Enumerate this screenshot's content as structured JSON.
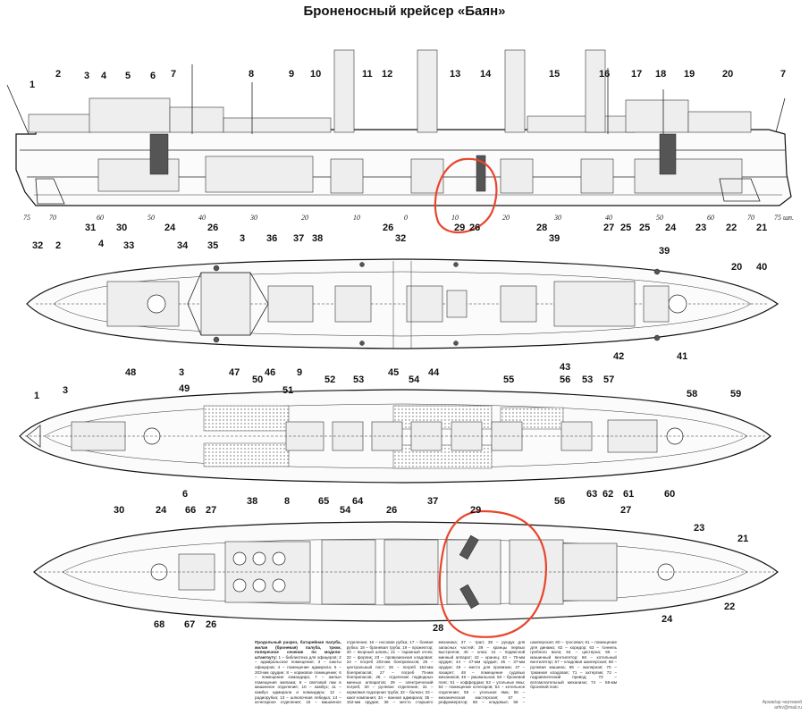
{
  "title": "Броненосный крейсер «Баян»",
  "profile_labels": [
    "1",
    "2",
    "3",
    "4",
    "5",
    "6",
    "7",
    "8",
    "9",
    "10",
    "11",
    "12",
    "13",
    "14",
    "15",
    "16",
    "17",
    "18",
    "19",
    "20",
    "7"
  ],
  "profile_bottom_labels": [
    "31",
    "30",
    "24",
    "26",
    "26",
    "29",
    "26",
    "28",
    "27",
    "25",
    "25",
    "24",
    "23",
    "22",
    "21"
  ],
  "scale_ticks": [
    "75",
    "70",
    "60",
    "50",
    "40",
    "30",
    "20",
    "10",
    "0",
    "10",
    "20",
    "30",
    "40",
    "50",
    "60",
    "70",
    "75 шп."
  ],
  "deck1_top_labels": [
    "32",
    "2",
    "4",
    "33",
    "34",
    "35",
    "3",
    "36",
    "37",
    "38",
    "32",
    "39",
    "39",
    "20",
    "40"
  ],
  "deck1_bottom_labels": [
    "48",
    "3",
    "47",
    "46",
    "9",
    "45",
    "44",
    "43",
    "42",
    "41"
  ],
  "deck2_top_labels": [
    "1",
    "3",
    "49",
    "50",
    "51",
    "52",
    "53",
    "54",
    "55",
    "56",
    "53",
    "57",
    "58",
    "59"
  ],
  "deck2_bottom_labels": [
    "6",
    "38",
    "8",
    "65",
    "64",
    "37",
    "56",
    "63",
    "62",
    "61",
    "60"
  ],
  "deck3_top_labels": [
    "30",
    "24",
    "66",
    "27",
    "54",
    "26",
    "29",
    "27",
    "23",
    "21"
  ],
  "deck3_bottom_labels": [
    "68",
    "67",
    "26",
    "28",
    "24",
    "22"
  ],
  "legend_heading": "Продольный разрез, батарейная палуба, жилая (броневая) палуба, трюм, поперечное сечение по модели-штангоуту:",
  "legend_text": "1 – библиотека для офицеров; 2 – адмиральское помещение; 3 – каюты офицеров; 4 – помещение адмирала; 5 – 203-мм орудие; 8 – кормовое помещение; 6 – помещение командира; 7 – жилые помещения экипажа; 8 – световой люк в машинное отделение; 10 – камбуз; 11 – камбуз адмирала и командира; 12 – радиорубка; 13 – шлюпочная лебедка; 14 – кочегарное отделение; 15 – машинное отделение; 16 – носовая рубка; 17 – боевая рубка; 18 – броневая труба; 19 – прожектор; 20 – якорный шпиль; 21 – таранный отсек; 22 – форпик; 23 – провизионная кладовая; 24 – погреб 203-мм боеприпасов; 25 – центральный пост; 26 – погреб 152-мм боеприпасов; 27 – погреб 75-мм боеприпасов; 28 – отделение подводных минных аппаратов; 29 – электрический погреб; 30 – рулевое отделение; 31 – кормовая подзорная труба; 32 – балкон; 33 – кают-компания; 34 – ванная адмирала; 35 – 152-мм орудие; 36 – место старшего механика; 37 – трап; 38 – рундук для запасных частей; 39 – кранцы первых выстрелов; 40 – клюз; 41 – подвесной минный аппарат; 42 – кранец; 43 – 75-мм орудие; 44 – 47-мм орудие; 45 – 37-мм орудие; 46 – место для провизии; 47 – лазарет; 48 – помещение судовых механиков; 49 – умывальная; 50 – броневой пояс; 51 – коффердам; 52 – угольные ямы; 53 – помещение кочегаров; 54 – котельное отделение; 55 – угольная яма; 56 – механическая мастерская; 57 – рефрижератор; 58 – кладовые; 59 – шкиперская; 60 – тросовая; 61 – помещение для динамо; 62 – коридор; 63 – тоннель гребного вала; 64 – цистерна; 65 – машинный вентилятор; 66 – котельный вентилятор; 67 – кладовая шкиперская; 68 – рулевая машина; 69 – малярная; 70 – трюмная кладовая; 71 – ахтерпик; 72 – гидравлический привод; 73 – вспомогательный механизм; 74 – 58-мм броневой пояс",
  "credit_line1": "Архив/ар чертежей",
  "credit_line2": "arhiv@mail.ru"
}
